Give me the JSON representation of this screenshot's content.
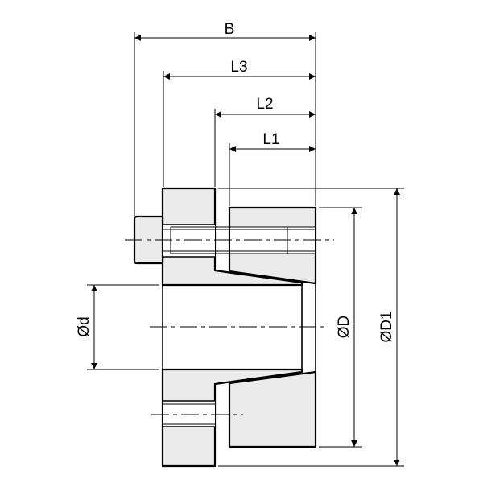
{
  "drawing": {
    "title": "Locking assembly dimension drawing",
    "dimensions": {
      "B": "B",
      "L3": "L3",
      "L2": "L2",
      "L1": "L1",
      "d": "Ød",
      "D": "ØD",
      "D1": "ØD1"
    }
  }
}
